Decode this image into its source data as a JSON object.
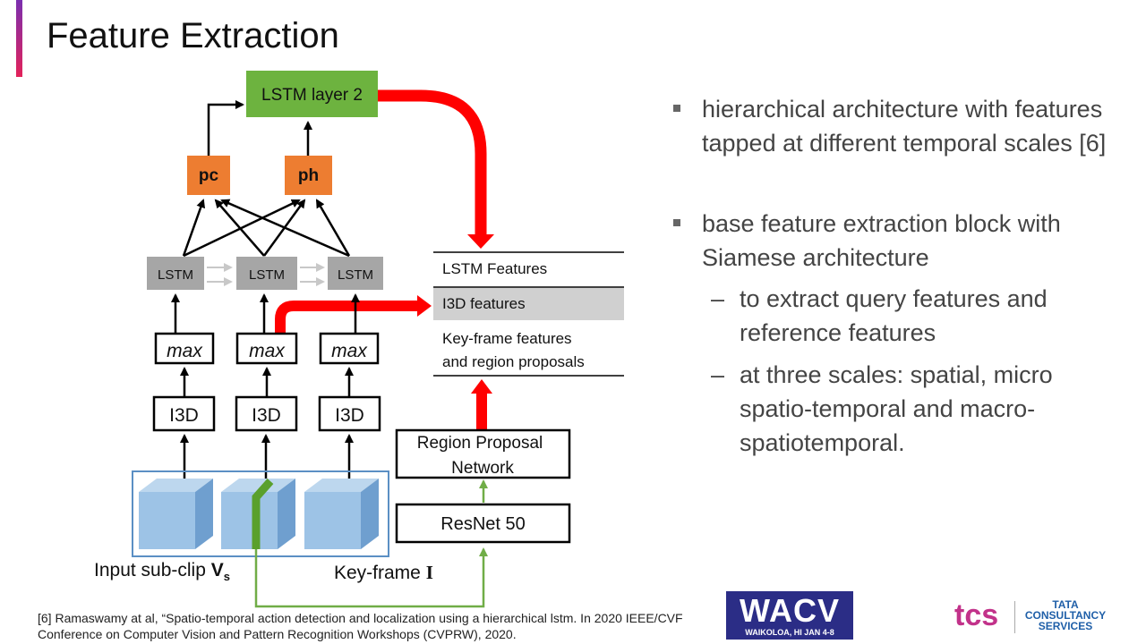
{
  "slide": {
    "title": "Feature Extraction",
    "colors": {
      "accent_top": "#7a2fb0",
      "accent_bottom": "#e3225a"
    }
  },
  "diagram": {
    "lstm_layer2": "LSTM layer 2",
    "pc": "pc",
    "ph": "ph",
    "lstm": [
      "LSTM",
      "LSTM",
      "LSTM"
    ],
    "max": [
      "max",
      "max",
      "max"
    ],
    "i3d": [
      "I3D",
      "I3D",
      "I3D"
    ],
    "features": {
      "lstm_features": "LSTM Features",
      "i3d_features": "I3D features",
      "keyframe_line1": "Key-frame features",
      "keyframe_line2": "and region proposals"
    },
    "rpn_line1": "Region Proposal",
    "rpn_line2": "Network",
    "resnet": "ResNet 50",
    "input_label": "Input sub-clip",
    "input_symbol": "V",
    "input_subscript": "s",
    "keyframe_label": "Key-frame",
    "keyframe_symbol": "I",
    "colors": {
      "green_box": "#6db33f",
      "orange_box": "#ed7d31",
      "gray_box": "#a6a6a6",
      "red_arrow": "#ff0000",
      "cube_face": "#9dc3e6",
      "cube_side": "#6f9fcf",
      "green_line": "#70ad47",
      "highlight_row": "#d0d0d0"
    }
  },
  "bullets": [
    {
      "text": "hierarchical architecture with features tapped at different temporal scales [6]",
      "subs": []
    },
    {
      "text": "base feature extraction block with Siamese architecture",
      "subs": [
        "to extract query features and reference features",
        "at three scales: spatial, micro spatio-temporal and macro-spatiotemporal."
      ]
    }
  ],
  "footnote": {
    "line1": "[6] Ramaswamy at al, “Spatio-temporal action detection and localization using a hierarchical lstm. In 2020 IEEE/CVF",
    "line2": "Conference on Computer Vision and Pattern Recognition Workshops (CVPRW), 2020."
  },
  "logos": {
    "wacv": "WACV",
    "wacv_sub": "WAIKOLOA, HI   JAN 4-8",
    "tcs": "tcs",
    "tata_line1": "TATA",
    "tata_line2": "CONSULTANCY",
    "tata_line3": "SERVICES"
  }
}
